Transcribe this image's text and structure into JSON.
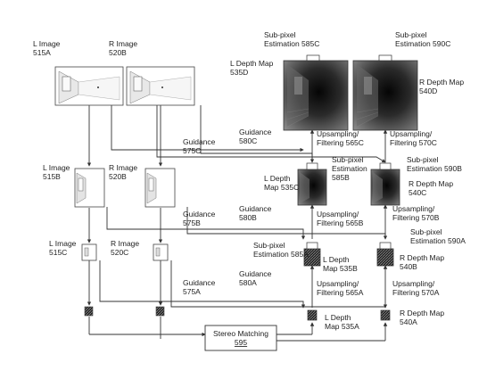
{
  "labels": {
    "l_image_515a": [
      "L Image",
      "515A"
    ],
    "r_image_520b": [
      "R Image",
      "520B"
    ],
    "l_image_515b": [
      "L Image",
      "515B"
    ],
    "r_image_520b_mid": [
      "R Image",
      "520B"
    ],
    "l_image_515c": [
      "L Image",
      "515C"
    ],
    "r_image_520c": [
      "R Image",
      "520C"
    ],
    "guidance_575c": [
      "Guidance",
      "575C"
    ],
    "guidance_580c": [
      "Guidance",
      "580C"
    ],
    "guidance_575b": [
      "Guidance",
      "575B"
    ],
    "guidance_580b": [
      "Guidance",
      "580B"
    ],
    "guidance_575a": [
      "Guidance",
      "575A"
    ],
    "guidance_580a": [
      "Guidance",
      "580A"
    ],
    "subpixel_585c": [
      "Sub-pixel",
      "Estimation 585C"
    ],
    "subpixel_590c": [
      "Sub-pixel",
      "Estimation 590C"
    ],
    "subpixel_585b": [
      "Sub-pixel",
      "Estimation",
      "585B"
    ],
    "subpixel_590b": [
      "Sub-pixel",
      "Estimation 590B"
    ],
    "subpixel_585a": [
      "Sub-pixel",
      "Estimation 585A"
    ],
    "subpixel_590a": [
      "Sub-pixel",
      "Estimation 590A"
    ],
    "l_depth_535d": [
      "L Depth Map",
      "535D"
    ],
    "r_depth_540d": [
      "R Depth Map",
      "540D"
    ],
    "l_depth_535c": [
      "L Depth",
      "Map 535C"
    ],
    "r_depth_540c": [
      "R Depth Map",
      "540C"
    ],
    "l_depth_535b": [
      "L Depth",
      "Map 535B"
    ],
    "r_depth_540b": [
      "R Depth Map",
      "540B"
    ],
    "l_depth_535a": [
      "L Depth",
      "Map 535A"
    ],
    "r_depth_540a": [
      "R Depth Map",
      "540A"
    ],
    "upsampling_565c": [
      "Upsampling/",
      "Filtering 565C"
    ],
    "upsampling_570c": [
      "Upsampling/",
      "Filtering 570C"
    ],
    "upsampling_565b": [
      "Upsampling/",
      "Filtering 565B"
    ],
    "upsampling_570b": [
      "Upsampling/",
      "Filtering 570B"
    ],
    "upsampling_565a": [
      "Upsampling/",
      "Filtering 565A"
    ],
    "upsampling_570a": [
      "Upsampling/",
      "Filtering 570A"
    ],
    "stereo_matching": [
      "Stereo Matching",
      "595"
    ]
  },
  "colors": {
    "line": "#333333",
    "box_border": "#444444",
    "depth_dark": "#111111"
  }
}
